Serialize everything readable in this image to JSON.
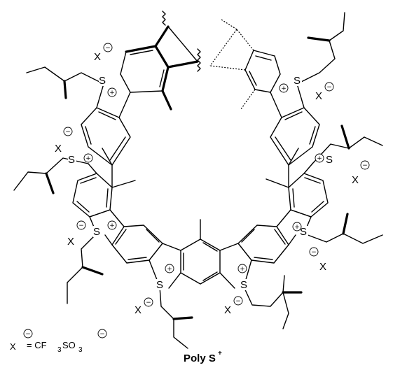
{
  "labels": {
    "sulfur": "S",
    "plus": "+",
    "minus": "−",
    "counterion": "X"
  },
  "legend": {
    "x": "X",
    "eq": "= CF",
    "sub3a": "3",
    "so": "SO",
    "sub3b": "3"
  },
  "caption": {
    "name": "Poly S",
    "sup": "+"
  }
}
